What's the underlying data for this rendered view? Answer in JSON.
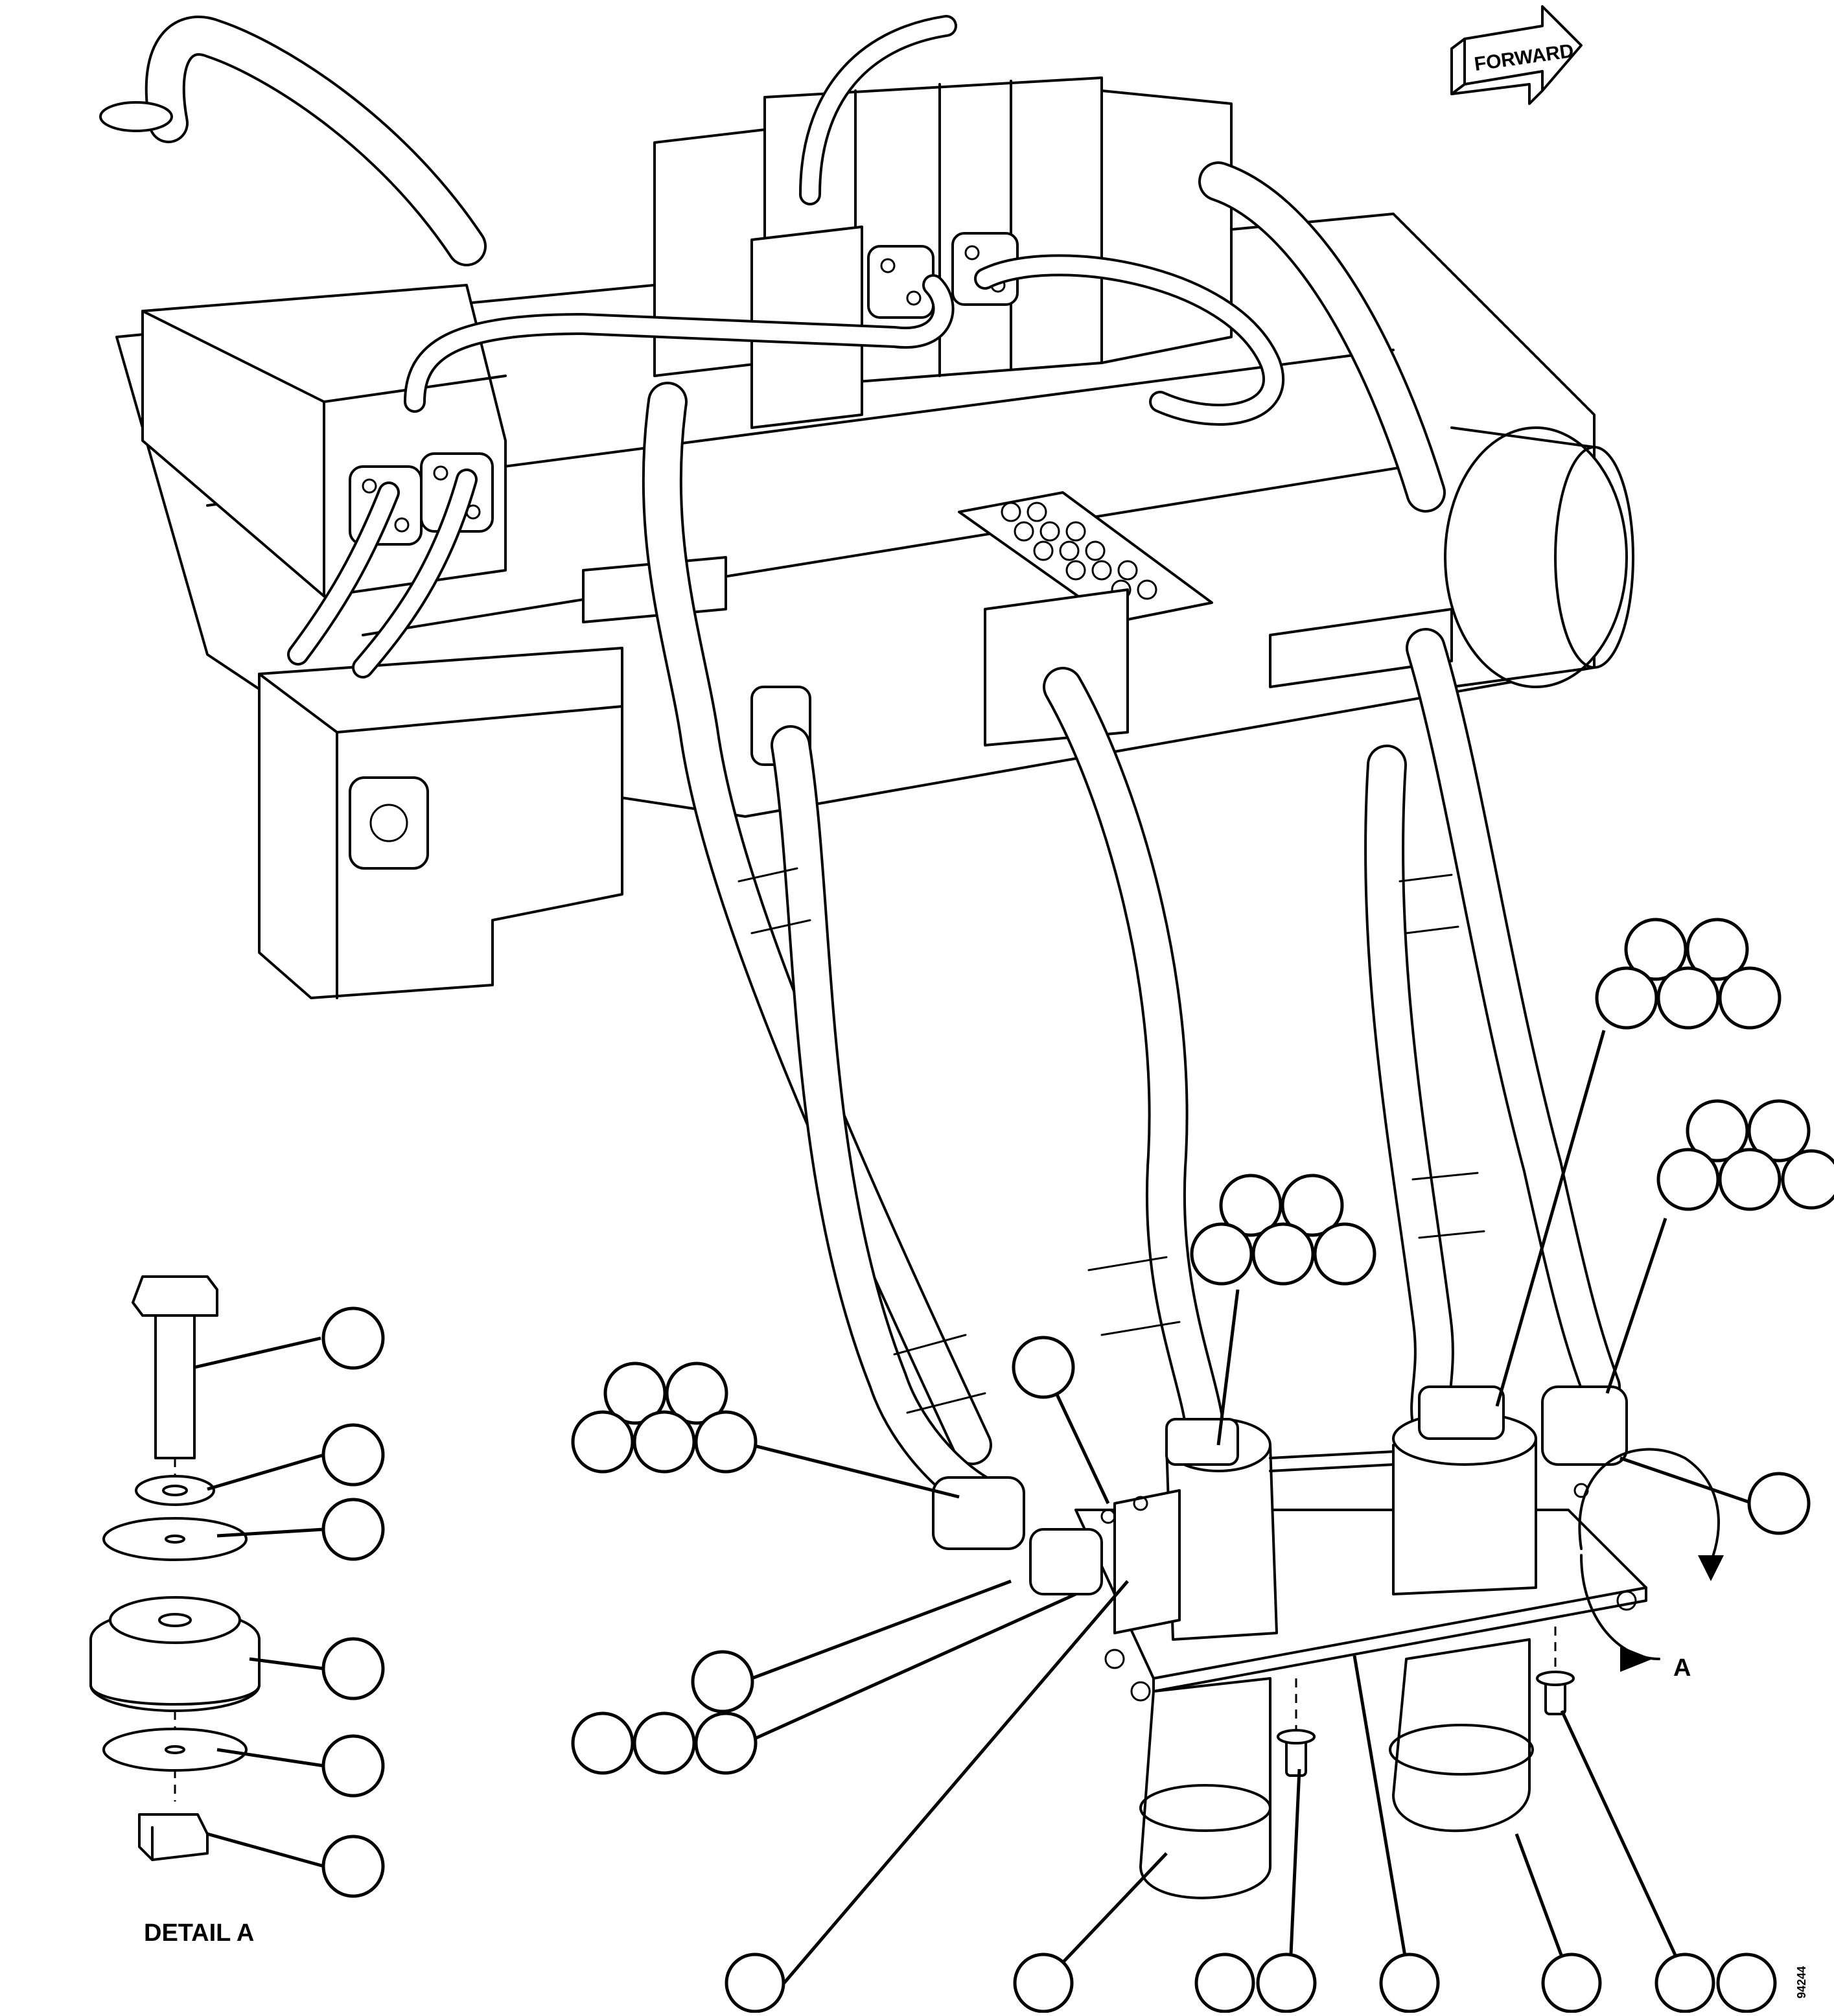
{
  "forward_arrow_label": "FORWARD",
  "detail_view_label": "A",
  "detail_caption": "DETAIL A",
  "figure_number": "94244"
}
